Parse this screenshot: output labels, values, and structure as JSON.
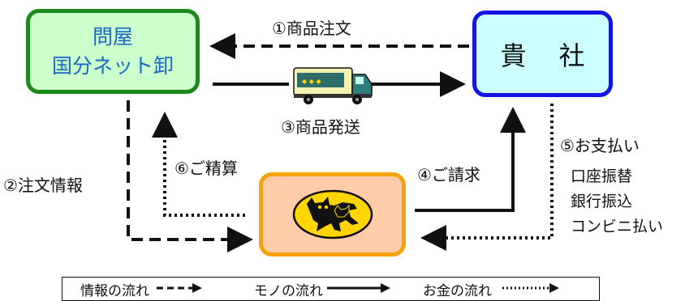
{
  "boxes": {
    "wholesaler_line1": "問屋",
    "wholesaler_line2": "国分ネット卸",
    "client_a": "貴",
    "client_b": "社"
  },
  "arrows": {
    "order": "①商品注文",
    "order_info": "②注文情報",
    "shipping": "③商品発送",
    "billing": "④ご請求",
    "payment": "⑤お支払い",
    "settlement": "⑥ご精算"
  },
  "payment_methods": [
    "口座振替",
    "銀行振込",
    "コンビニ払い"
  ],
  "legend": {
    "info_flow": "情報の流れ",
    "goods_flow": "モノの流れ",
    "money_flow": "お金の流れ"
  },
  "colors": {
    "wholesaler_fill": "#ccffcc",
    "wholesaler_border": "#1b8a1b",
    "wholesaler_text": "#1a66c4",
    "client_fill": "#ccffff",
    "client_border": "#1414e6",
    "delivery_fill": "#ffccaa",
    "delivery_border": "#f5a20d"
  },
  "icons": [
    "delivery-truck-icon",
    "black-cat-logo-icon"
  ]
}
